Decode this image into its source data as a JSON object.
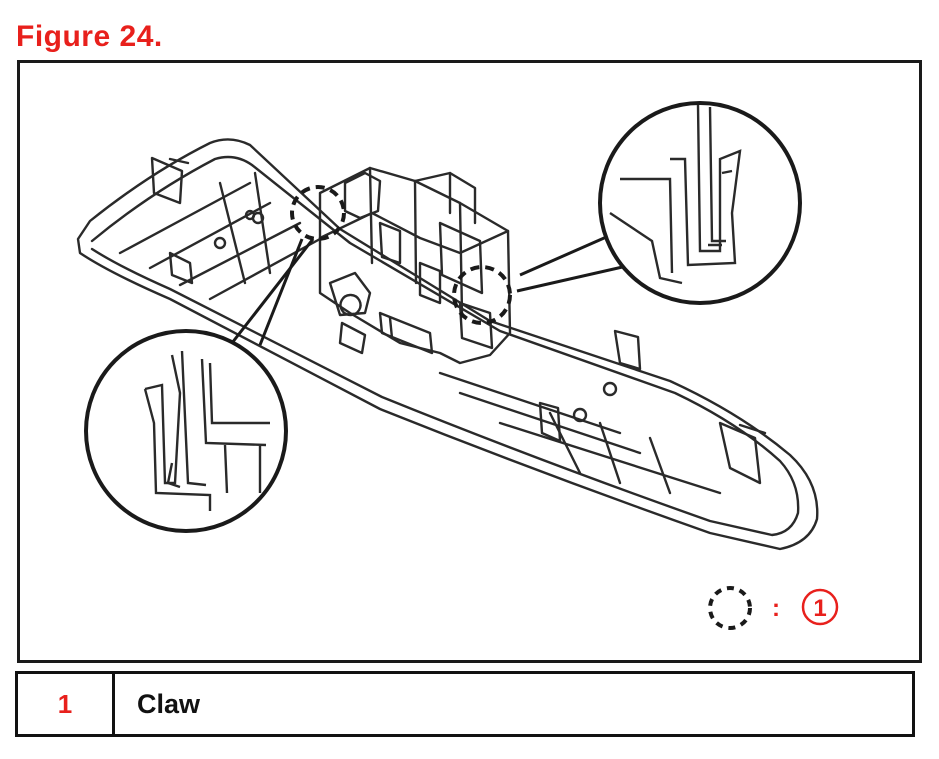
{
  "figure": {
    "title": "Figure 24."
  },
  "diagram": {
    "callout_marker": {
      "separator": ":",
      "number": "1"
    },
    "colors": {
      "accent": "#e8201c",
      "line": "#2a2a2a",
      "frame": "#1a1a1a"
    }
  },
  "legend": {
    "rows": [
      {
        "number": "1",
        "label": "Claw"
      }
    ]
  }
}
